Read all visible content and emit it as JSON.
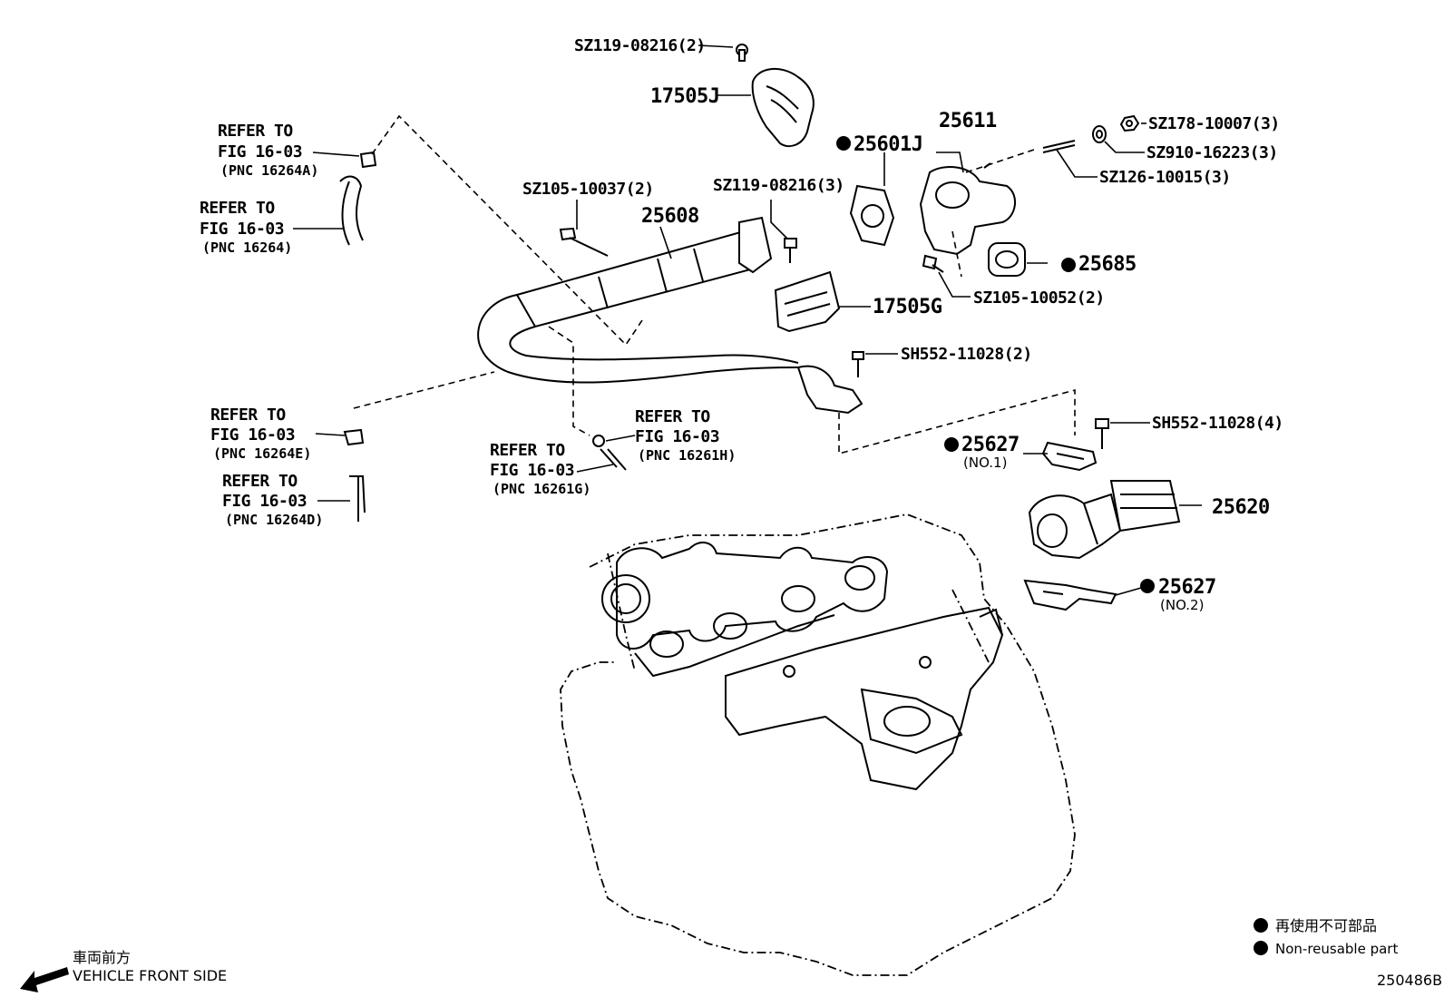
{
  "labels": {
    "sz119_top": "SZ119-08216(2)",
    "p17505j": "17505J",
    "refer_a_1": "REFER TO",
    "refer_a_2": "FIG 16-03",
    "refer_a_3": "(PNC 16264A)",
    "refer_b_1": "REFER TO",
    "refer_b_2": "FIG 16-03",
    "refer_b_3": "(PNC 16264)",
    "p25611": "25611",
    "p25601j": "25601J",
    "sz178": "SZ178-10007(3)",
    "sz910": "SZ910-16223(3)",
    "sz126": "SZ126-10015(3)",
    "sz105_a": "SZ105-10037(2)",
    "sz119_b": "SZ119-08216(3)",
    "p25608": "25608",
    "p25685": "25685",
    "sz105_b": "SZ105-10052(2)",
    "p17505g": "17505G",
    "sh552_a": "SH552-11028(2)",
    "refer_c_1": "REFER TO",
    "refer_c_2": "FIG 16-03",
    "refer_c_3": "(PNC 16264E)",
    "refer_d_1": "REFER TO",
    "refer_d_2": "FIG 16-03",
    "refer_d_3": "(PNC 16261H)",
    "refer_e_1": "REFER TO",
    "refer_e_2": "FIG 16-03",
    "refer_e_3": "(PNC 16261G)",
    "refer_f_1": "REFER TO",
    "refer_f_2": "FIG 16-03",
    "refer_f_3": "(PNC 16264D)",
    "sh552_b": "SH552-11028(4)",
    "p25627_1": "25627",
    "no1": "(NO.1)",
    "p25620": "25620",
    "p25627_2": "25627",
    "no2": "(NO.2)"
  },
  "legend": {
    "jp": "再使用不可部品",
    "en": "Non-reusable part"
  },
  "front": {
    "jp": "車両前方",
    "en": "VEHICLE FRONT SIDE"
  },
  "figure_id": "250486B"
}
